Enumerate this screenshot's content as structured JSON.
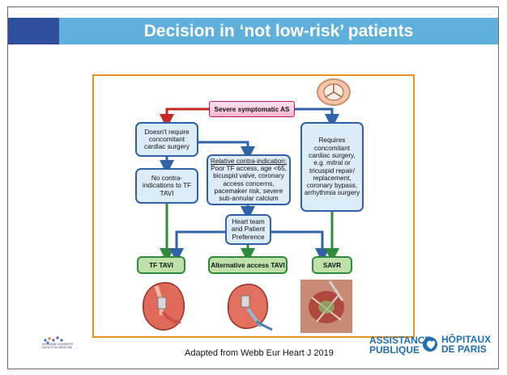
{
  "title": "Decision in ‘not low-risk’ patients",
  "flowchart": {
    "start": "Severe symptomatic AS",
    "left_branch": "Doesn't require concomitant cardiac surgery",
    "no_contraindications": "No contra-indications to TF TAVI",
    "relative_ci_title": "Relative contra-indication:",
    "relative_ci_body": "Poor TF access, age <65, bicuspid valve, coronary access concerns, pacemaker risk, severe sub-annular calcium",
    "right_branch": "Requires concomitant cardiac surgery, e.g. mitral or tricuspid repair/ replacement, coronary bypass, arrhythmia surgery",
    "heart_team": "Heart team and Patient Preference",
    "outcome_tf_tavi": "TF TAVI",
    "outcome_alt_tavi": "Alternative access TAVI",
    "outcome_savr": "SAVR"
  },
  "footer": {
    "citation": "Adapted from Webb Eur Heart J 2019",
    "logo_line1": "ASSISTANCE",
    "logo_line2": "PUBLIQUE",
    "logo_line3": "HÔPITAUX",
    "logo_line4": "DE PARIS",
    "university_text": "SORBONNE UNIVERSITÉ FACULTÉ DE MÉDECINE"
  },
  "colors": {
    "title_bar": "#5fb0dd",
    "title_accent": "#2f4f9d",
    "frame": "#e7921f",
    "arrow_red": "#c62828",
    "arrow_blue": "#2f62a8",
    "arrow_green": "#2e8b3c"
  }
}
